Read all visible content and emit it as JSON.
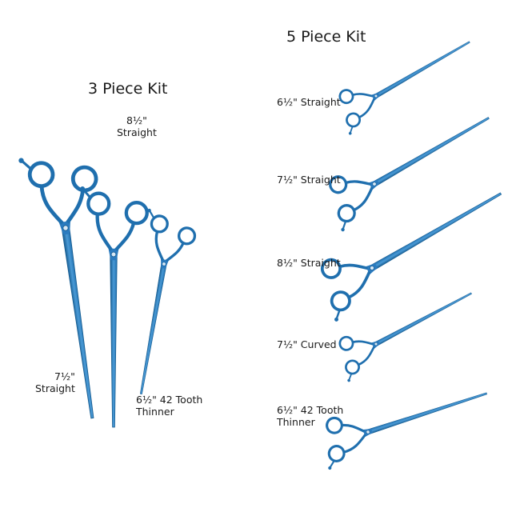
{
  "three_piece_kit": {
    "title": "3 Piece Kit",
    "items": [
      {
        "line1": "8½\"",
        "line2": "Straight"
      },
      {
        "line1": "7½\"",
        "line2": "Straight"
      },
      {
        "line1": "6½\" 42 Tooth",
        "line2": "Thinner"
      }
    ]
  },
  "five_piece_kit": {
    "title": "5 Piece Kit",
    "items": [
      {
        "line1": "6½\" Straight"
      },
      {
        "line1": "7½\" Straight"
      },
      {
        "line1": "8½\" Straight"
      },
      {
        "line1": "7½\" Curved"
      },
      {
        "line1": "6½\" 42 Tooth",
        "line2": "Thinner"
      }
    ]
  },
  "colors": {
    "blade": "#1f6fae",
    "blade_light": "#4a9ad6",
    "blade_dark": "#145a8f"
  }
}
